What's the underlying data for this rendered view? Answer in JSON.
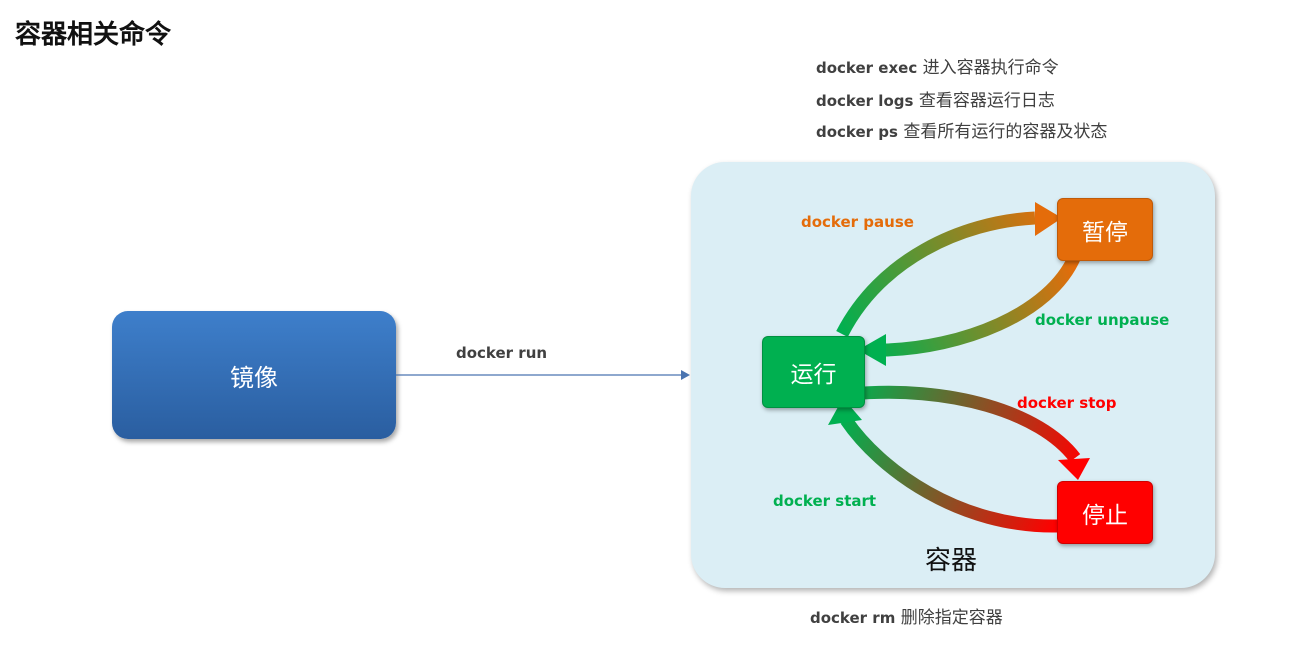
{
  "title": "容器相关命令",
  "commands_top": [
    {
      "cmd": "docker exec",
      "desc": "进入容器执行命令"
    },
    {
      "cmd": "docker logs",
      "desc": "查看容器运行日志"
    },
    {
      "cmd": "docker ps",
      "desc": "查看所有运行的容器及状态"
    }
  ],
  "command_bottom": {
    "cmd": "docker rm",
    "desc": "删除指定容器"
  },
  "image_node": {
    "label": "镜像"
  },
  "run_edge": {
    "label": "docker run"
  },
  "container_node": {
    "label": "容器"
  },
  "states": {
    "running": "运行",
    "paused": "暂停",
    "stopped": "停止"
  },
  "transitions": {
    "pause": "docker pause",
    "unpause": "docker unpause",
    "stop": "docker stop",
    "start": "docker start"
  },
  "colors": {
    "running": "#00b050",
    "paused": "#e46c0a",
    "stopped": "#ff0000",
    "image": "#3a78c2",
    "container_bg": "#dbeef5",
    "edge": "#4a74b0"
  }
}
